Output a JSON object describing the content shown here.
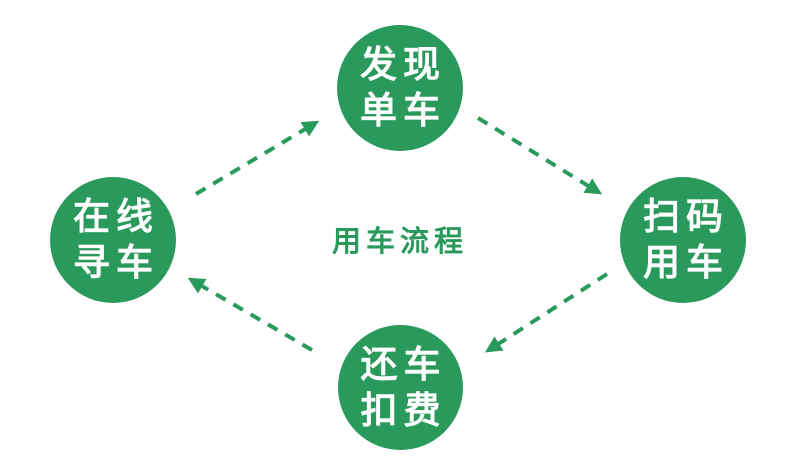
{
  "title": "用车流程",
  "colors": {
    "accent": "#2a9a5c",
    "background": "#ffffff",
    "node_text": "#ffffff"
  },
  "nodes": [
    {
      "id": "top",
      "line1": "发现",
      "line2": "单车"
    },
    {
      "id": "right",
      "line1": "扫码",
      "line2": "用车"
    },
    {
      "id": "bottom",
      "line1": "还车",
      "line2": "扣费"
    },
    {
      "id": "left",
      "line1": "在线",
      "line2": "寻车"
    }
  ],
  "edges": [
    {
      "from": "left",
      "to": "top",
      "style": "dashed-arrow"
    },
    {
      "from": "top",
      "to": "right",
      "style": "dashed-arrow"
    },
    {
      "from": "right",
      "to": "bottom",
      "style": "dashed-arrow"
    },
    {
      "from": "bottom",
      "to": "left",
      "style": "dashed-arrow"
    }
  ]
}
